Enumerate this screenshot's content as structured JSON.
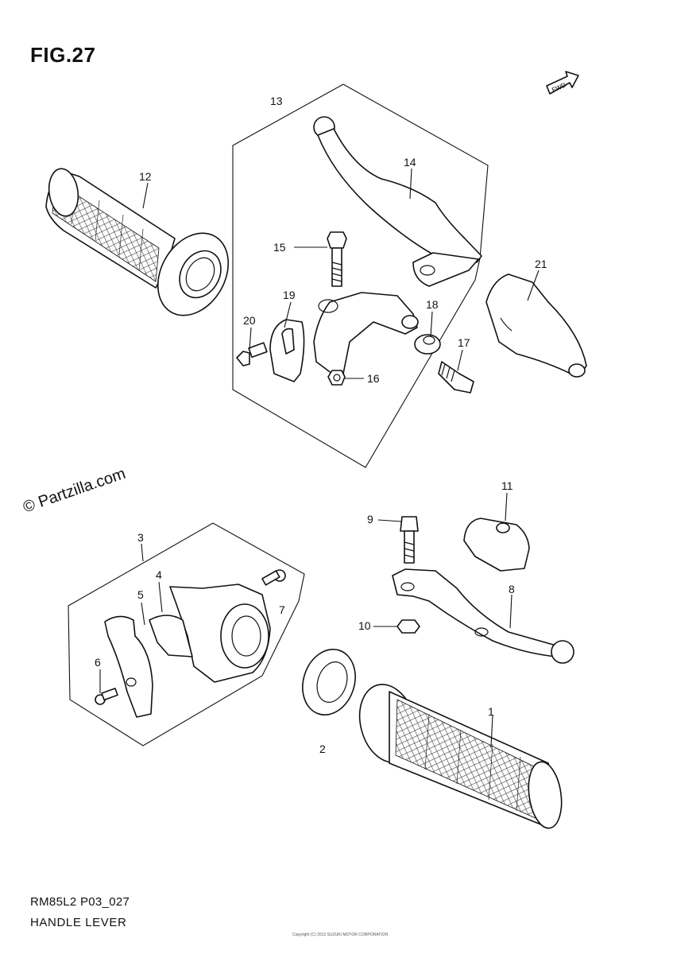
{
  "figure": {
    "title": "FIG.27",
    "watermark": "© Partzilla.com",
    "fwd_label": "FWD",
    "footer_model": "RM85L2 P03_027",
    "footer_name": "HANDLE LEVER",
    "footer_copyright": "Copyright (C) 2012 SUZUKI MOTOR CORPORATION"
  },
  "callouts": [
    "1",
    "2",
    "3",
    "4",
    "5",
    "6",
    "7",
    "8",
    "9",
    "10",
    "11",
    "12",
    "13",
    "14",
    "15",
    "16",
    "17",
    "18",
    "19",
    "20",
    "21"
  ]
}
